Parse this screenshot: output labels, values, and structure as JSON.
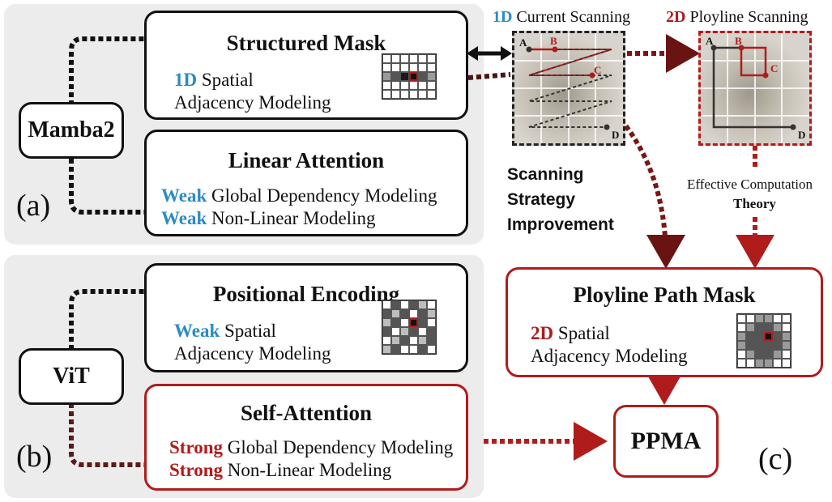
{
  "colors": {
    "blue": "#2b8cc4",
    "red": "#b01c1c",
    "panel": "#ececec"
  },
  "panel_a": {
    "label": "(a)",
    "node": "Mamba2",
    "structured_mask": {
      "title": "Structured Mask",
      "kw": "1D",
      "rest1": " Spatial",
      "line2": "Adjacency Modeling"
    },
    "linear_attention": {
      "title": "Linear Attention",
      "l1_kw": "Weak",
      "l1_rest": " Global Dependency Modeling",
      "l2_kw": "Weak",
      "l2_rest": " Non-Linear Modeling"
    }
  },
  "panel_b": {
    "label": "(b)",
    "node": "ViT",
    "positional_encoding": {
      "title": "Positional Encoding",
      "kw": "Weak",
      "rest1": " Spatial",
      "line2": "Adjacency Modeling"
    },
    "self_attention": {
      "title": "Self-Attention",
      "l1_kw": "Strong",
      "l1_rest": " Global Dependency Modeling",
      "l2_kw": "Strong",
      "l2_rest": " Non-Linear Modeling"
    }
  },
  "panel_c": {
    "label": "(c)",
    "scan1d": {
      "kw": "1D",
      "rest": " Current Scanning"
    },
    "scan2d": {
      "kw": "2D",
      "rest": " Ployline Scanning"
    },
    "points": {
      "a": "A",
      "b": "B",
      "c": "C",
      "d": "D"
    },
    "strategy": [
      "Scanning",
      "Strategy",
      "Improvement"
    ],
    "theory": {
      "line1": "Effective Computation",
      "line2": "Theory"
    },
    "ppm": {
      "title": "Ployline Path Mask",
      "kw": "2D",
      "rest1": " Spatial",
      "line2": "Adjacency Modeling"
    },
    "ppma": "PPMA"
  },
  "grids": {
    "structured": [
      "w",
      "w",
      "w",
      "w",
      "w",
      "w",
      "w",
      "w",
      "w",
      "w",
      "w",
      "w",
      "g",
      "d",
      "b",
      "x",
      "d",
      "g",
      "w",
      "w",
      "w",
      "w",
      "w",
      "w",
      "w",
      "w",
      "w",
      "w",
      "w",
      "w"
    ],
    "positional": [
      "w",
      "d",
      "w",
      "d",
      "l",
      "w",
      "d",
      "l",
      "d",
      "w",
      "d",
      "l",
      "l",
      "d",
      "w",
      "x",
      "d",
      "w",
      "d",
      "w",
      "l",
      "d",
      "w",
      "d",
      "w",
      "l",
      "d",
      "w",
      "l",
      "d",
      "l",
      "d",
      "w",
      "w",
      "d",
      "w"
    ],
    "ployline": [
      "w",
      "w",
      "g",
      "g",
      "w",
      "w",
      "w",
      "g",
      "d",
      "d",
      "g",
      "w",
      "g",
      "d",
      "d",
      "x",
      "d",
      "g",
      "g",
      "d",
      "d",
      "d",
      "d",
      "g",
      "w",
      "g",
      "d",
      "d",
      "g",
      "w",
      "w",
      "w",
      "g",
      "g",
      "w",
      "w"
    ]
  }
}
